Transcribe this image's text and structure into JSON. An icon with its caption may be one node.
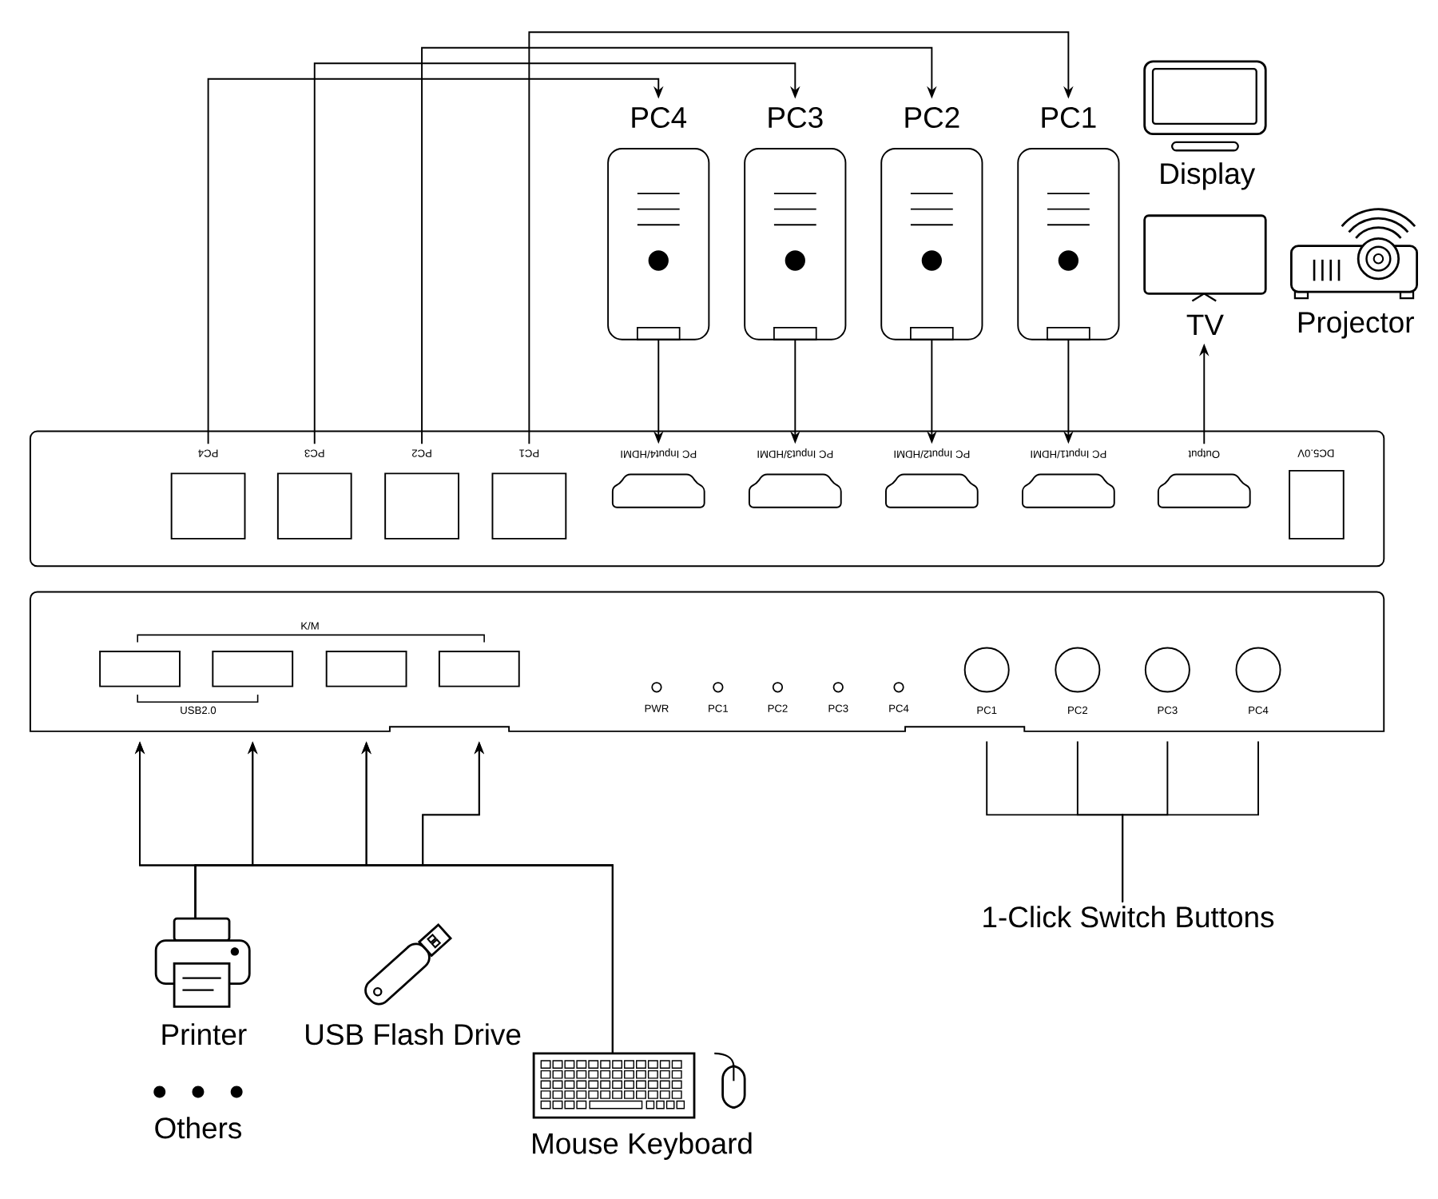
{
  "diagram": {
    "nodes": [
      {
        "text": [
          "PC4"
        ]
      },
      {
        "text": [
          "PC3"
        ]
      },
      {
        "text": [
          "PC2"
        ]
      },
      {
        "text": [
          "PC1"
        ]
      },
      {
        "text": [
          "Display"
        ]
      },
      {
        "text": [
          "TV"
        ]
      },
      {
        "text": [
          "Projector"
        ]
      },
      {
        "text": [],
        "shape": "box"
      },
      {
        "text": [
          "PC4"
        ],
        "in": 7
      },
      {
        "text": [
          "PC3"
        ],
        "in": 7
      },
      {
        "text": [
          "PC2"
        ],
        "in": 7
      },
      {
        "text": [
          "PC1"
        ],
        "in": 7
      },
      {
        "text": [
          "PC Input4/HDMI"
        ],
        "in": 7
      },
      {
        "text": [
          "PC Input3/HDMI"
        ],
        "in": 7
      },
      {
        "text": [
          "PC Input2/HDMI"
        ],
        "in": 7
      },
      {
        "text": [
          "PC Input1/HDMI"
        ],
        "in": 7
      },
      {
        "text": [
          "Output"
        ],
        "in": 7
      },
      {
        "text": [
          "DC5.0V"
        ],
        "in": 7
      },
      {
        "text": [],
        "shape": "box"
      },
      {
        "text": [],
        "shape": "box",
        "in": 18
      },
      {
        "text": [],
        "shape": "box",
        "in": 18
      },
      {
        "text": [],
        "shape": "box",
        "in": 18
      },
      {
        "text": [],
        "shape": "box",
        "in": 18
      },
      {
        "text": [
          "PWR"
        ],
        "in": 18
      },
      {
        "text": [
          "PC1"
        ],
        "in": 18
      },
      {
        "text": [
          "PC2"
        ],
        "in": 18
      },
      {
        "text": [
          "PC3"
        ],
        "in": 18
      },
      {
        "text": [
          "PC4"
        ],
        "in": 18
      },
      {
        "text": [
          "PC1"
        ],
        "in": 18
      },
      {
        "text": [
          "PC2"
        ],
        "in": 18
      },
      {
        "text": [
          "PC3"
        ],
        "in": 18
      },
      {
        "text": [
          "PC4"
        ],
        "in": 18
      },
      {
        "text": [
          "Printer"
        ]
      },
      {
        "text": [
          "USB Flash Drive"
        ]
      },
      {
        "text": [
          "Mouse Keyboard"
        ]
      },
      {
        "text": [
          "1-Click Switch Buttons"
        ]
      }
    ],
    "edges": [
      {
        "from": 8,
        "to": 0,
        "arrow": "to"
      },
      {
        "from": 9,
        "to": 1,
        "arrow": "to"
      },
      {
        "from": 10,
        "to": 2,
        "arrow": "to"
      },
      {
        "from": 11,
        "to": 3,
        "arrow": "to"
      },
      {
        "from": 0,
        "to": 12,
        "arrow": "to"
      },
      {
        "from": 1,
        "to": 13,
        "arrow": "to"
      },
      {
        "from": 2,
        "to": 14,
        "arrow": "to"
      },
      {
        "from": 3,
        "to": 15,
        "arrow": "to"
      },
      {
        "from": 16,
        "to": 5,
        "arrow": "to"
      },
      {
        "from": 32,
        "to": 19,
        "arrow": "to"
      },
      {
        "from": 32,
        "to": 20,
        "arrow": "to"
      },
      {
        "from": 32,
        "to": 21,
        "arrow": "to"
      },
      {
        "from": 32,
        "to": 22,
        "arrow": "to"
      },
      {
        "from": 34,
        "to": 19,
        "arrow": "to"
      },
      {
        "from": 34,
        "to": 20,
        "arrow": "to"
      },
      {
        "from": 34,
        "to": 21,
        "arrow": "to"
      },
      {
        "from": 34,
        "to": 22,
        "arrow": "to"
      },
      {
        "from": 35,
        "to": 28,
        "arrow": "none"
      },
      {
        "from": 35,
        "to": 29,
        "arrow": "none"
      },
      {
        "from": 35,
        "to": 30,
        "arrow": "none"
      },
      {
        "from": 35,
        "to": 31,
        "arrow": "none"
      }
    ],
    "labels": [
      "K/M",
      "USB2.0",
      "Others"
    ]
  }
}
